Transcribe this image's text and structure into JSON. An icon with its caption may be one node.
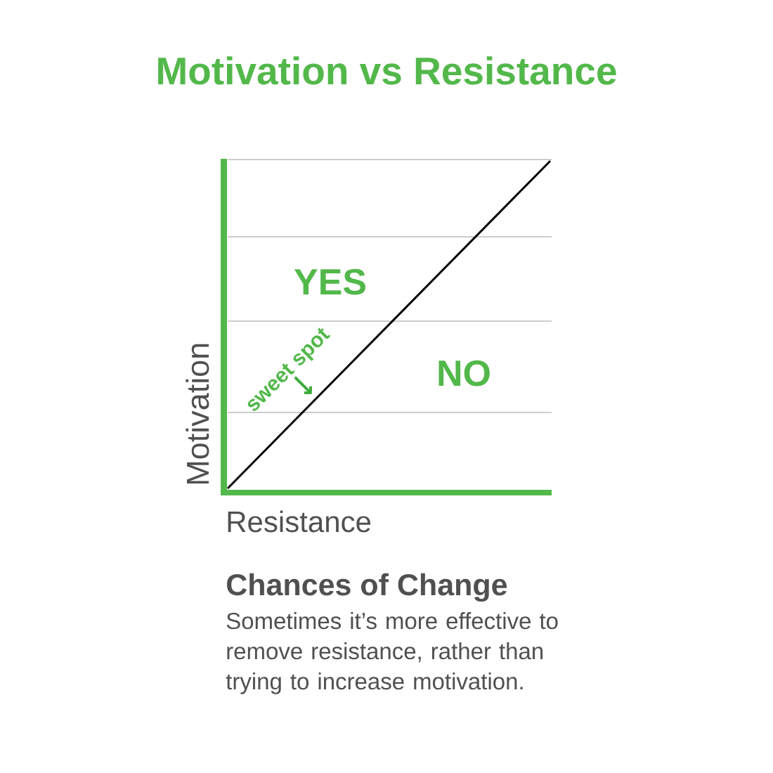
{
  "diagram": {
    "title": "Motivation vs Resistance",
    "nodes": [
      {
        "text": [
          "sweet spot"
        ]
      },
      {
        "text": [],
        "shape": "line"
      }
    ],
    "edges": [
      {
        "from": 0,
        "to": 1,
        "arrow": "to"
      }
    ],
    "labels": [
      "YES",
      "NO",
      "Motivation",
      "Resistance",
      "Chances of Change",
      "Sometimes it’s more effective to remove resistance, rather than trying to increase motivation."
    ]
  }
}
